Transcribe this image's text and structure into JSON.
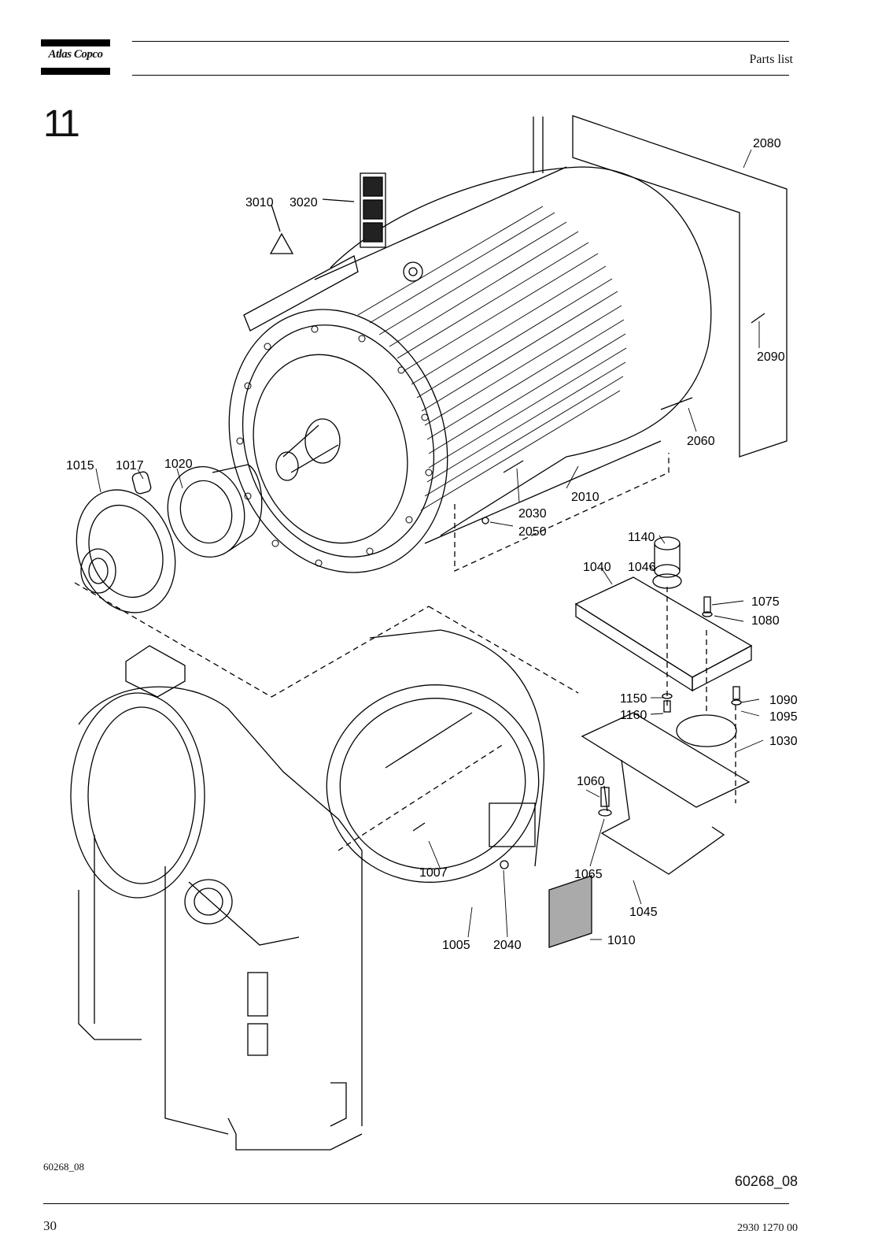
{
  "header": {
    "logo_text": "Atlas Copco",
    "title": "Parts list"
  },
  "section_number": "11",
  "callouts": [
    "3010",
    "3020",
    "2080",
    "2090",
    "2060",
    "2010",
    "2030",
    "2050",
    "1015",
    "1017",
    "1020",
    "1140",
    "1046",
    "1040",
    "1075",
    "1080",
    "1150",
    "1160",
    "1090",
    "1095",
    "1030",
    "1060",
    "1065",
    "1045",
    "1010",
    "1007",
    "1005",
    "2040"
  ],
  "figure_refs": {
    "small": "60268_08",
    "large": "60268_08"
  },
  "footer": {
    "page_number": "30",
    "document_number": "2930 1270 00"
  }
}
